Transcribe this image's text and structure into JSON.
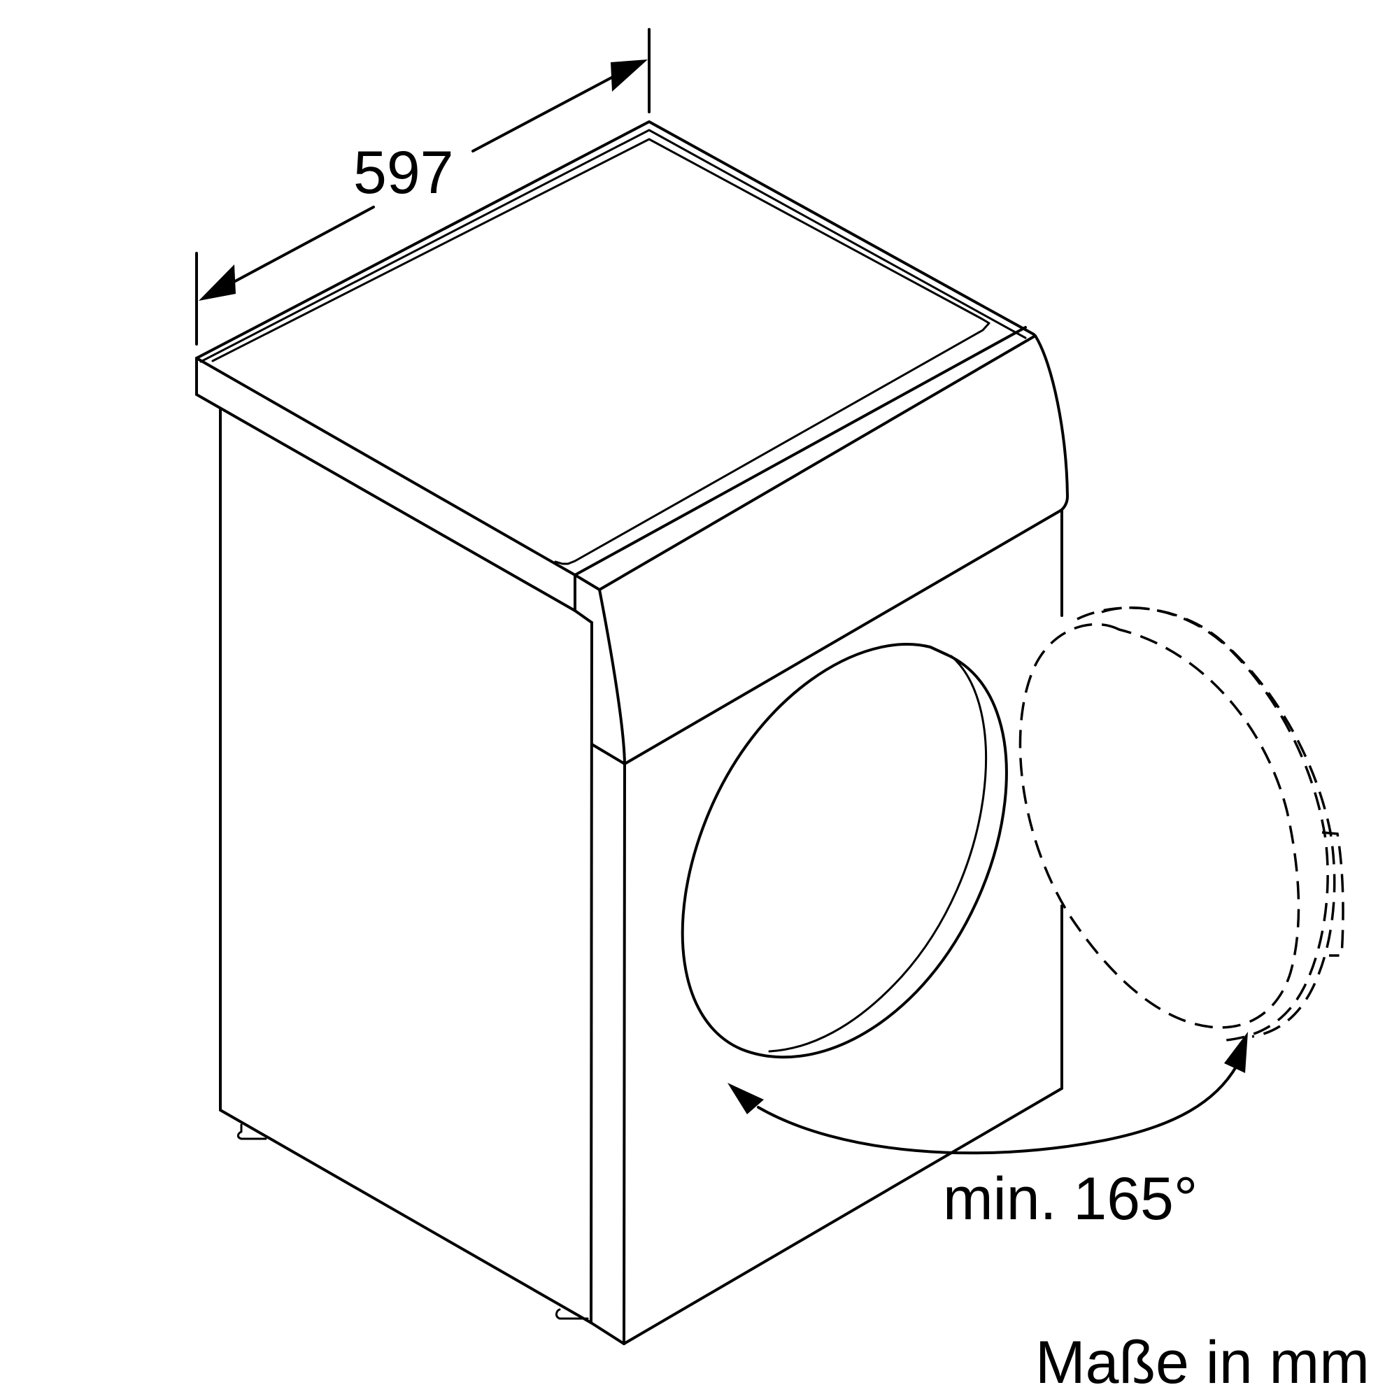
{
  "diagram": {
    "width_dimension_label": "597",
    "door_opening_label": "min. 165°",
    "units_note": "Maße in mm",
    "colors": {
      "stroke": "#000000",
      "background": "#ffffff"
    }
  }
}
